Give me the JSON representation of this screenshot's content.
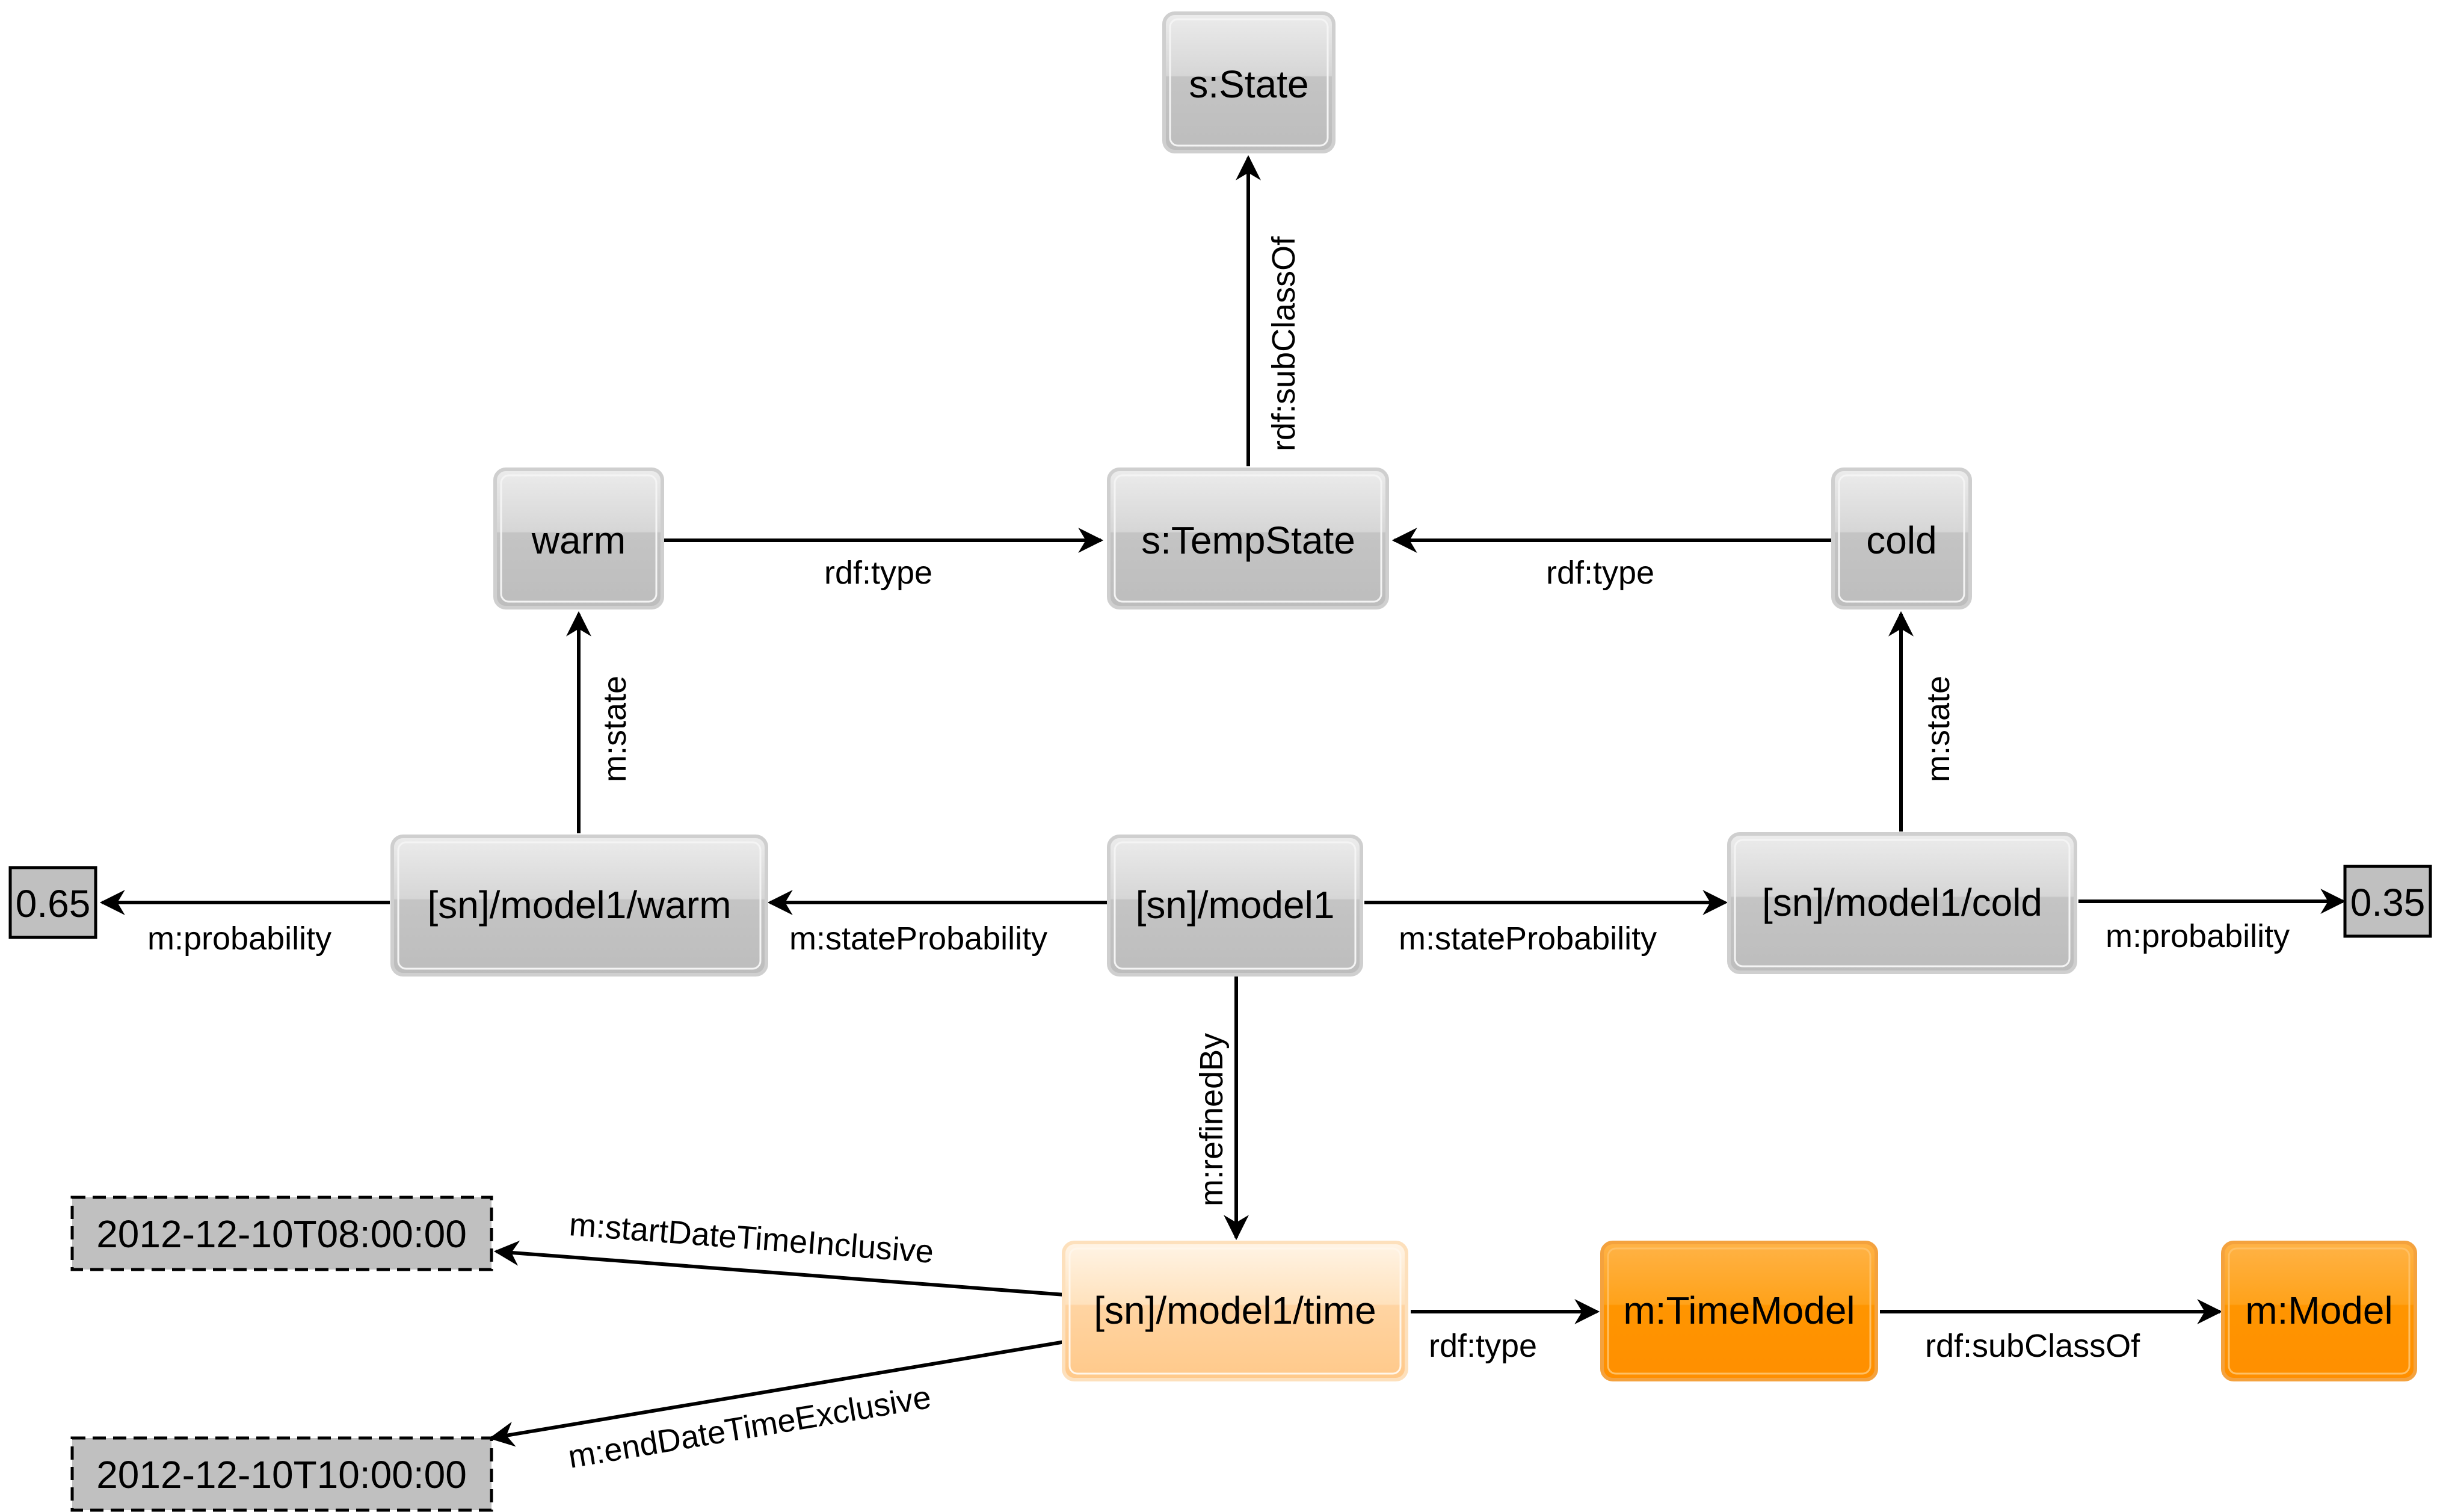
{
  "colors": {
    "gray_node_top": "#e4e4e4",
    "gray_node_bottom": "#bfbfbf",
    "gray_border": "#d0d0d0",
    "literal_fill": "#c0c0c0",
    "light_orange_top": "#fff2e2",
    "light_orange_bottom": "#ffcf98",
    "orange_top": "#ffa826",
    "orange_bottom": "#ff9200",
    "orange_border": "#f5a64a",
    "edge": "#000000"
  },
  "nodes": {
    "s_state": "s:State",
    "warm": "warm",
    "s_tempstate": "s:TempState",
    "cold": "cold",
    "model1_warm": "[sn]/model1/warm",
    "model1": "[sn]/model1",
    "model1_cold": "[sn]/model1/cold",
    "lit_065": "0.65",
    "lit_035": "0.35",
    "model1_time": "[sn]/model1/time",
    "m_timemodel": "m:TimeModel",
    "m_model": "m:Model",
    "lit_start": "2012-12-10T08:00:00",
    "lit_end": "2012-12-10T10:00:00"
  },
  "edges": {
    "subclassof_state": "rdf:subClassOf",
    "warm_type": "rdf:type",
    "cold_type": "rdf:type",
    "warm_state": "m:state",
    "cold_state": "m:state",
    "warm_probability": "m:probability",
    "cold_probability": "m:probability",
    "stateprob_warm": "m:stateProbability",
    "stateprob_cold": "m:stateProbability",
    "refinedby": "m:refinedBy",
    "start": "m:startDateTimeInclusive",
    "end": "m:endDateTimeExclusive",
    "time_type": "rdf:type",
    "subclassof_model": "rdf:subClassOf"
  }
}
